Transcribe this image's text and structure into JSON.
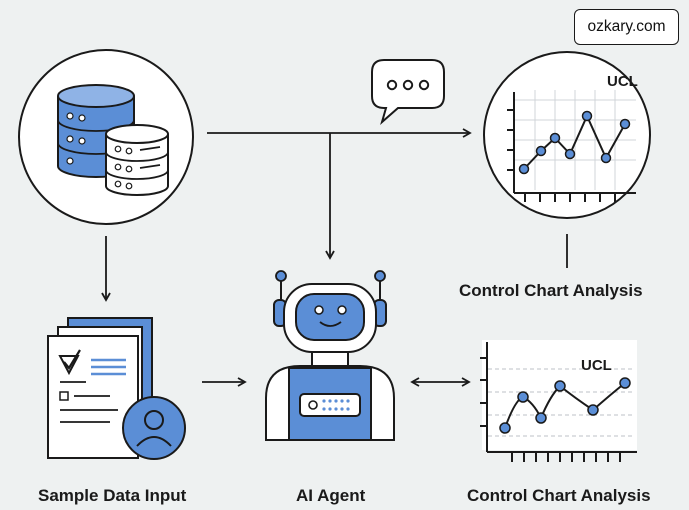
{
  "brand": {
    "text": "ozkary.com"
  },
  "labels": {
    "sample_data_input": "Sample Data Input",
    "ai_agent": "AI Agent",
    "control_chart_analysis_top": "Control Chart Analysis",
    "control_chart_analysis_bottom": "Control Chart Analysis"
  },
  "charts": {
    "top": {
      "limit_label": "UCL"
    },
    "bottom": {
      "limit_label": "UCL"
    }
  },
  "speech_bubble": {
    "text": "ooo"
  },
  "colors": {
    "accent_blue": "#5b8ed6",
    "outline": "#1a1a1a",
    "background": "#eef1f1"
  },
  "icons": [
    "database-icon",
    "document-icon",
    "user-icon",
    "robot-icon",
    "speech-bubble-icon",
    "control-chart-icon"
  ]
}
